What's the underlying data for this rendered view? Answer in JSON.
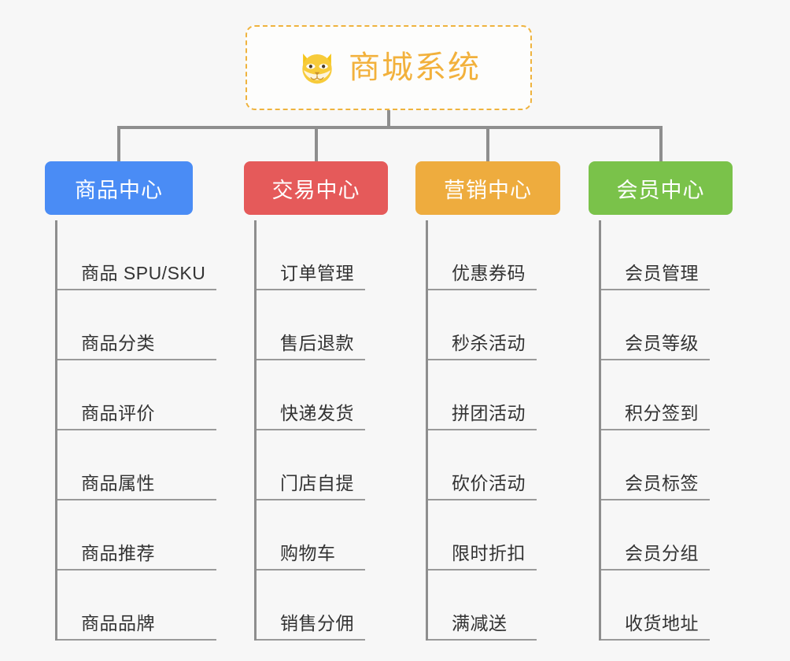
{
  "diagram": {
    "type": "mindmap",
    "background_color": "#f7f7f7",
    "root": {
      "title": "商城系统",
      "icon": "shiba-dog-emoji",
      "text_color": "#f2b13c",
      "border_color": "#efb33e",
      "border_style": "dashed"
    },
    "branches": [
      {
        "label": "商品中心",
        "color": "#4a8cf5",
        "leaves": [
          "商品 SPU/SKU",
          "商品分类",
          "商品评价",
          "商品属性",
          "商品推荐",
          "商品品牌"
        ]
      },
      {
        "label": "交易中心",
        "color": "#e55a5a",
        "leaves": [
          "订单管理",
          "售后退款",
          "快递发货",
          "门店自提",
          "购物车",
          "销售分佣"
        ]
      },
      {
        "label": "营销中心",
        "color": "#eeac3e",
        "leaves": [
          "优惠券码",
          "秒杀活动",
          "拼团活动",
          "砍价活动",
          "限时折扣",
          "满减送"
        ]
      },
      {
        "label": "会员中心",
        "color": "#7ac24a",
        "leaves": [
          "会员管理",
          "会员等级",
          "积分签到",
          "会员标签",
          "会员分组",
          "收货地址"
        ]
      }
    ]
  }
}
